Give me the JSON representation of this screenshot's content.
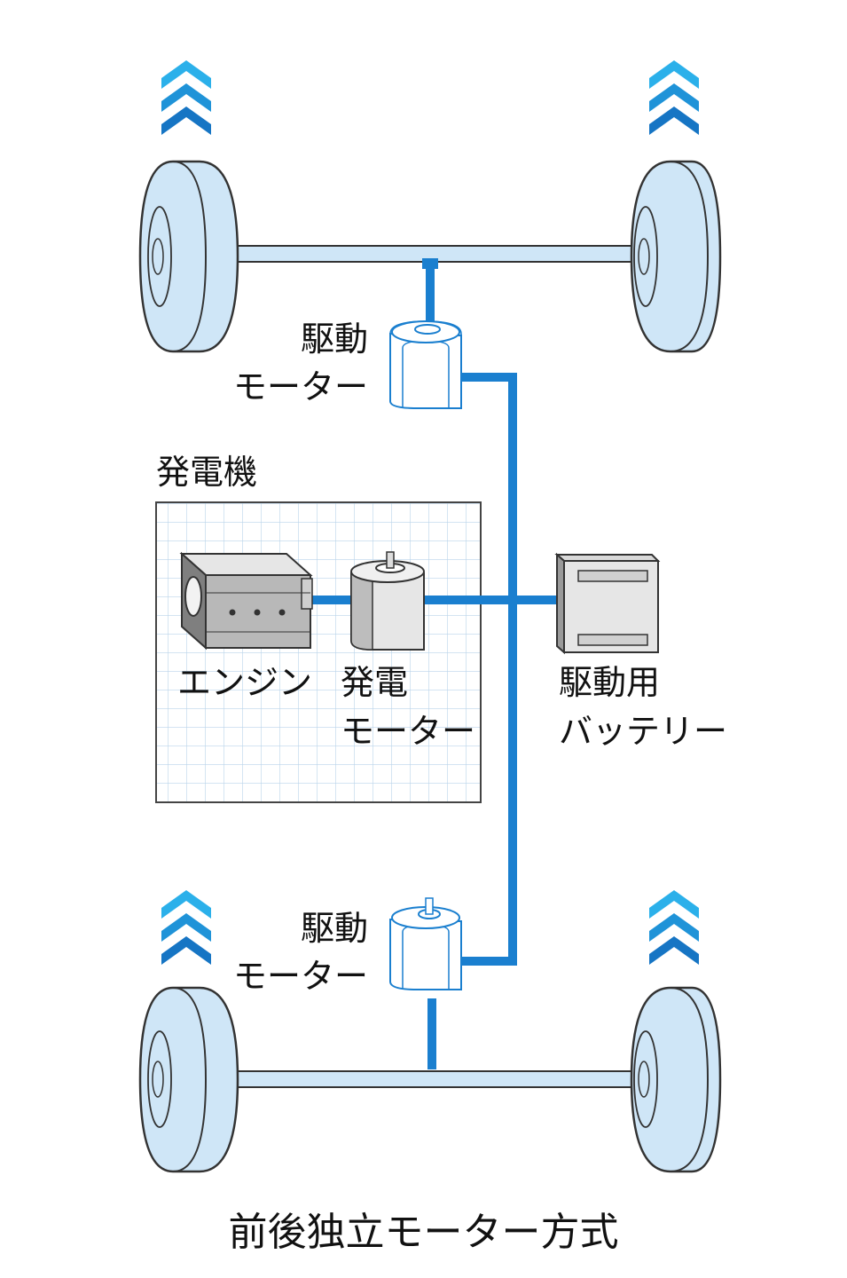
{
  "labels": {
    "front_motor_line1": "駆動",
    "front_motor_line2": "モーター",
    "generator_title": "発電機",
    "engine": "エンジン",
    "gen_motor_line1": "発電",
    "gen_motor_line2": "モーター",
    "battery_line1": "駆動用",
    "battery_line2": "バッテリー",
    "rear_motor_line1": "駆動",
    "rear_motor_line2": "モーター"
  },
  "caption": "前後独立モーター方式",
  "colors": {
    "power_line": "#1a7fcf",
    "tire_fill": "#cfe6f7",
    "chevron_light": "#2bb0ea",
    "chevron_dark": "#1675c4",
    "grid_line": "#b9d3ea"
  }
}
